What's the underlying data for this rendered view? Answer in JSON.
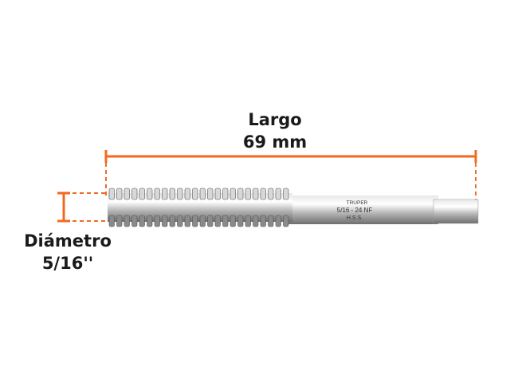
{
  "product": {
    "brand_marking": "TRUPER",
    "size_marking": "5/16 - 24 NF",
    "material_marking": "H.S.S."
  },
  "dimensions": {
    "length": {
      "label": "Largo",
      "value": "69 mm"
    },
    "diameter": {
      "label": "Diámetro",
      "value": "5/16''"
    }
  },
  "colors": {
    "dimension_line": "#f26a21",
    "text": "#1a1a1a"
  }
}
